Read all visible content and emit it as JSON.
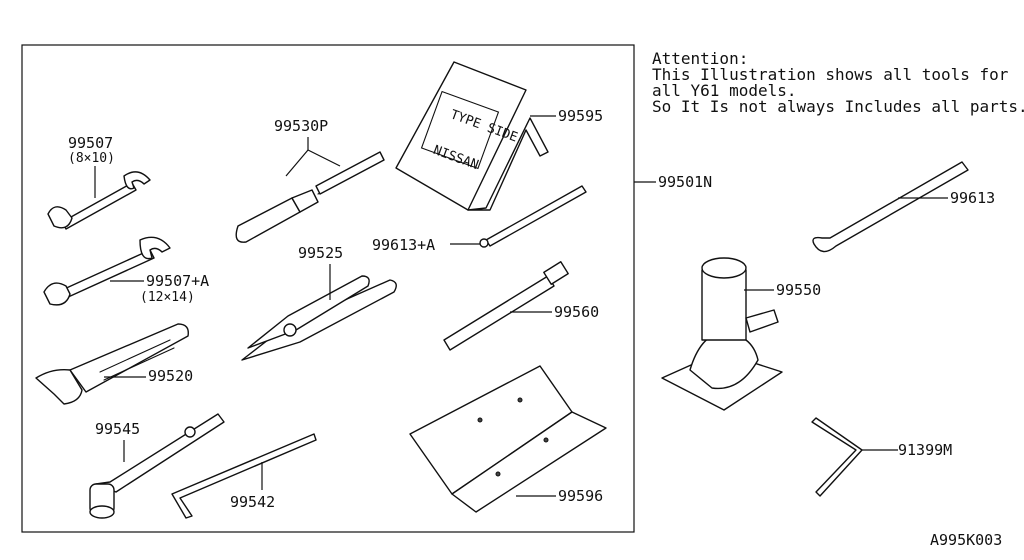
{
  "attention": {
    "line1": "Attention:",
    "line2": "This Illustration shows all tools for",
    "line3": "all Y61 models.",
    "line4": "So It Is not always Includes all parts."
  },
  "parts": {
    "p99507": "99507",
    "p99507_size": "(8×10)",
    "p99507a": "99507+A",
    "p99507a_size": "(12×14)",
    "p99520": "99520",
    "p99545": "99545",
    "p99542": "99542",
    "p99530p": "99530P",
    "p99525": "99525",
    "p99595": "99595",
    "p99613a": "99613+A",
    "p99560": "99560",
    "p99596": "99596",
    "p99501n": "99501N",
    "p99613": "99613",
    "p99550": "99550",
    "p91399m": "91399M"
  },
  "chock_text": {
    "type": "TYPE SIDE",
    "brand": "NISSAN"
  },
  "diagram_id": "A995K003"
}
